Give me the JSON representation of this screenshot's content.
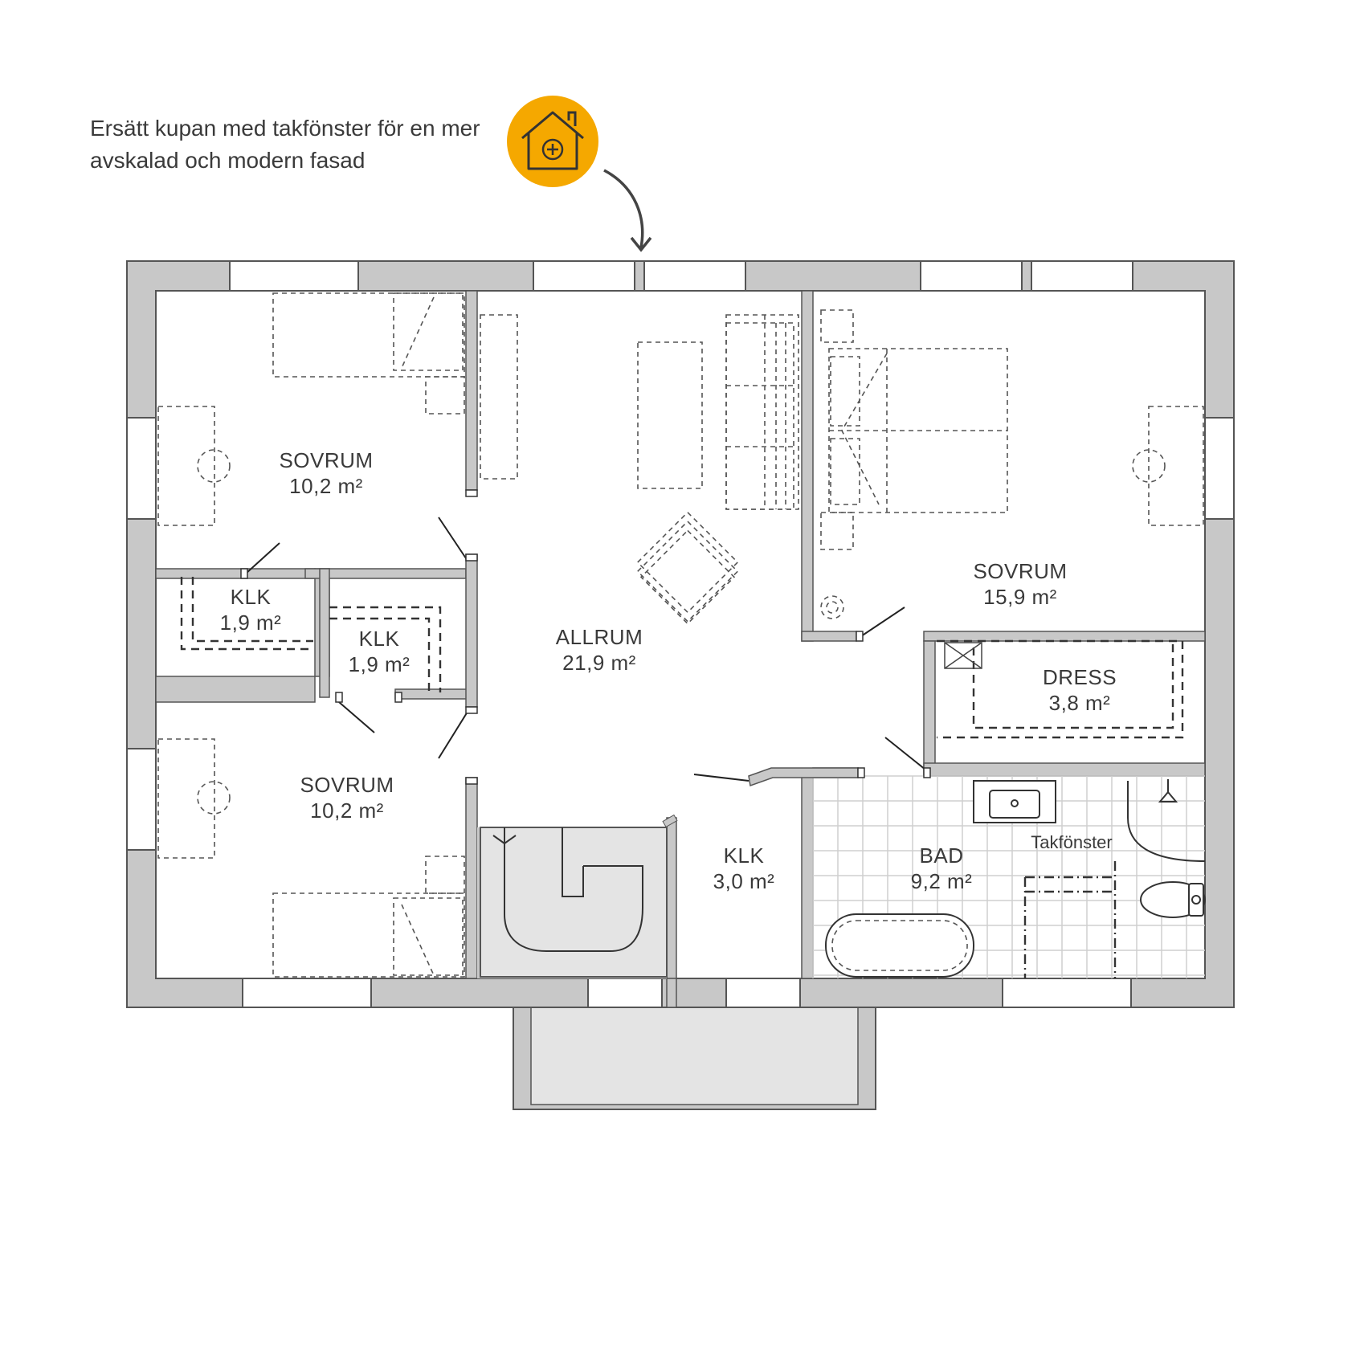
{
  "note": {
    "line1": "Ersätt kupan med takfönster för en mer",
    "line2": "avskalad och modern fasad"
  },
  "icon": {
    "name": "house-plus-icon",
    "color": "#F5A800"
  },
  "rooms": {
    "sovrum_top": {
      "name": "SOVRUM",
      "area": "10,2 m²"
    },
    "sovrum_bottom": {
      "name": "SOVRUM",
      "area": "10,2 m²"
    },
    "sovrum_right": {
      "name": "SOVRUM",
      "area": "15,9 m²"
    },
    "klk_left": {
      "name": "KLK",
      "area": "1,9 m²"
    },
    "klk_mid": {
      "name": "KLK",
      "area": "1,9 m²"
    },
    "klk_bottom": {
      "name": "KLK",
      "area": "3,0 m²"
    },
    "allrum": {
      "name": "ALLRUM",
      "area": "21,9 m²"
    },
    "dress": {
      "name": "DRESS",
      "area": "3,8 m²"
    },
    "bad": {
      "name": "BAD",
      "area": "9,2 m²"
    }
  },
  "labels": {
    "takfonster": "Takfönster"
  },
  "colors": {
    "wall": "#c8c8c8",
    "stair": "#e4e4e4",
    "balcony": "#e4e4e4",
    "tile_grid": "#cfcfcf"
  }
}
